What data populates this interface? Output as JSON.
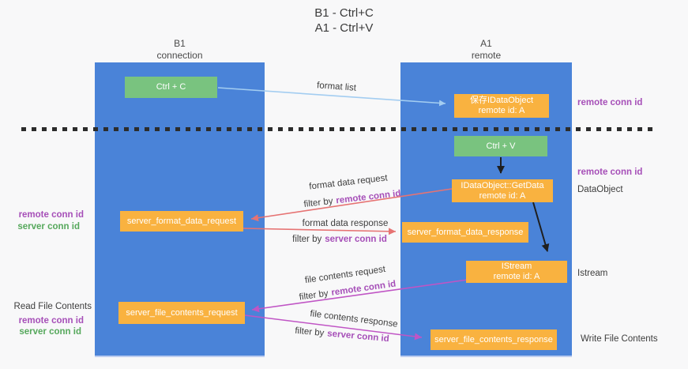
{
  "title": {
    "line1": "B1 - Ctrl+C",
    "line2": "A1 - Ctrl+V"
  },
  "lifelines": {
    "b1": {
      "name": "B1",
      "subtitle": "connection"
    },
    "a1": {
      "name": "A1",
      "subtitle": "remote"
    }
  },
  "boxes": {
    "ctrl_c": {
      "label": "Ctrl + C"
    },
    "save_idataobject": {
      "line1": "保存IDataObject",
      "line2": "remote id: A"
    },
    "ctrl_v": {
      "label": "Ctrl + V"
    },
    "idataobject_getdata": {
      "line1": "IDataObject::GetData",
      "line2": "remote id: A"
    },
    "istream": {
      "line1": "IStream",
      "line2": "remote id: A"
    },
    "server_format_data_request": {
      "label": "server_format_data_request"
    },
    "server_format_data_response": {
      "label": "server_format_data_response"
    },
    "server_file_contents_request": {
      "label": "server_file_contents_request"
    },
    "server_file_contents_response": {
      "label": "server_file_contents_response"
    }
  },
  "arrow_labels": {
    "format_list": "format list",
    "format_data_request": "format data request",
    "format_data_response": "format data response",
    "file_contents_request": "file contents request",
    "file_contents_response": "file contents response",
    "filter_by": "filter by",
    "remote_conn_id": "remote conn id",
    "server_conn_id": "server conn id"
  },
  "side_labels": {
    "remote_conn_id": "remote conn id",
    "server_conn_id": "server conn id",
    "read_file_contents": "Read File Contents",
    "write_file_contents": "Write File Contents",
    "data_object": "DataObject",
    "istream": "Istream"
  },
  "colors": {
    "lifeline_blue": "#4a83d8",
    "box_green": "#79c37f",
    "box_orange": "#f9b240",
    "arrow_red": "#e67373",
    "arrow_magenta": "#c055c5",
    "arrow_lightblue": "#a3cdf1",
    "arrow_black": "#1f1f1f",
    "text_purple": "#a64fb8",
    "text_green": "#56a85c"
  }
}
